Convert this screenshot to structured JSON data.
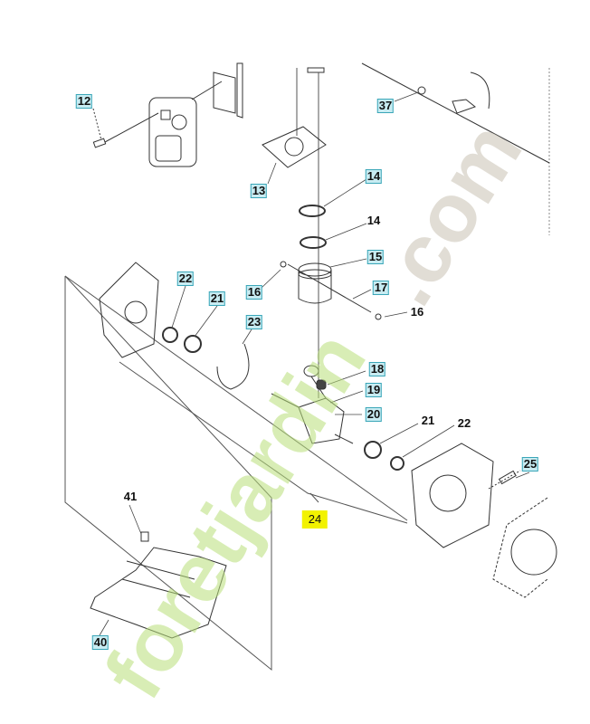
{
  "diagram": {
    "labels": [
      {
        "id": "12",
        "text": "12",
        "style": "boxed"
      },
      {
        "id": "13",
        "text": "13",
        "style": "boxed"
      },
      {
        "id": "14a",
        "text": "14",
        "style": "boxed"
      },
      {
        "id": "14b",
        "text": "14",
        "style": "plain"
      },
      {
        "id": "15",
        "text": "15",
        "style": "boxed"
      },
      {
        "id": "16a",
        "text": "16",
        "style": "boxed"
      },
      {
        "id": "17",
        "text": "17",
        "style": "boxed"
      },
      {
        "id": "16b",
        "text": "16",
        "style": "plain"
      },
      {
        "id": "22a",
        "text": "22",
        "style": "boxed"
      },
      {
        "id": "21a",
        "text": "21",
        "style": "boxed"
      },
      {
        "id": "23",
        "text": "23",
        "style": "boxed"
      },
      {
        "id": "18",
        "text": "18",
        "style": "boxed"
      },
      {
        "id": "19",
        "text": "19",
        "style": "boxed"
      },
      {
        "id": "20",
        "text": "20",
        "style": "boxed"
      },
      {
        "id": "21b",
        "text": "21",
        "style": "plain"
      },
      {
        "id": "22b",
        "text": "22",
        "style": "plain"
      },
      {
        "id": "25",
        "text": "25",
        "style": "boxed"
      },
      {
        "id": "24",
        "text": "24",
        "style": "highlight"
      },
      {
        "id": "41",
        "text": "41",
        "style": "plain"
      },
      {
        "id": "40",
        "text": "40",
        "style": "boxed"
      },
      {
        "id": "37",
        "text": "37",
        "style": "boxed"
      }
    ],
    "watermark": {
      "part1": "foretjardin",
      "part2": ".com"
    },
    "colors": {
      "label_box": "#c8ecf2",
      "label_border": "#3aa6b8",
      "highlight": "#f2f200",
      "wm_green": "#b9e07a",
      "wm_orange": "#f7c98a",
      "wm_grey": "#c9c2b4"
    }
  }
}
